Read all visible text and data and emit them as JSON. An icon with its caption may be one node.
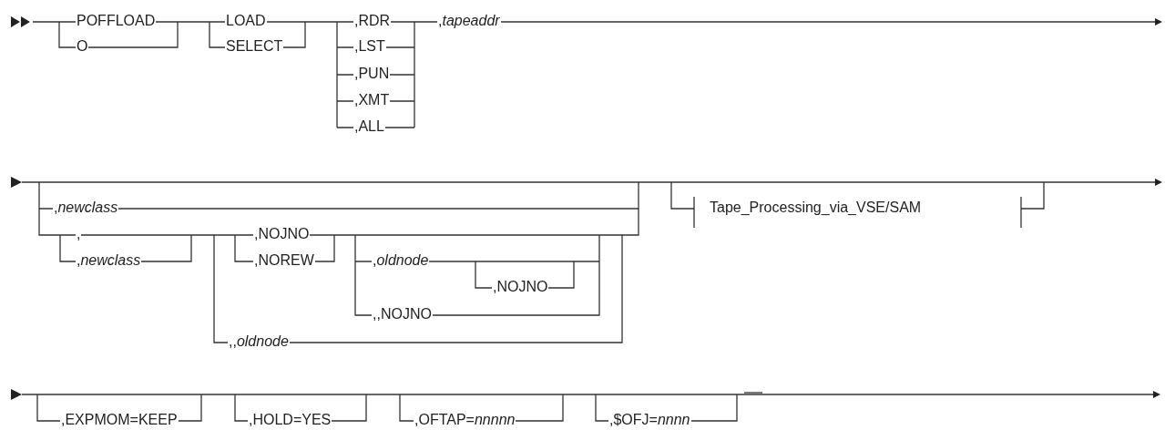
{
  "diagram": {
    "labels": [
      "POFFLOAD",
      "O",
      "LOAD",
      "SELECT",
      ",RDR",
      ",LST",
      ",PUN",
      ",XMT",
      ",ALL",
      ",*tapeaddr*",
      ",*newclass*",
      ",",
      ",*newclass*",
      ",NOJNO",
      ",NOREW",
      ",*oldnode*",
      ",NOJNO",
      ",,NOJNO",
      ",,*oldnode*",
      "Tape_Processing_via_VSE/SAM",
      ",EXPMOM=KEEP",
      ",HOLD=YES",
      ",OFTAP=*nnnnn*",
      ",$OFJ=*nnnn*"
    ]
  }
}
